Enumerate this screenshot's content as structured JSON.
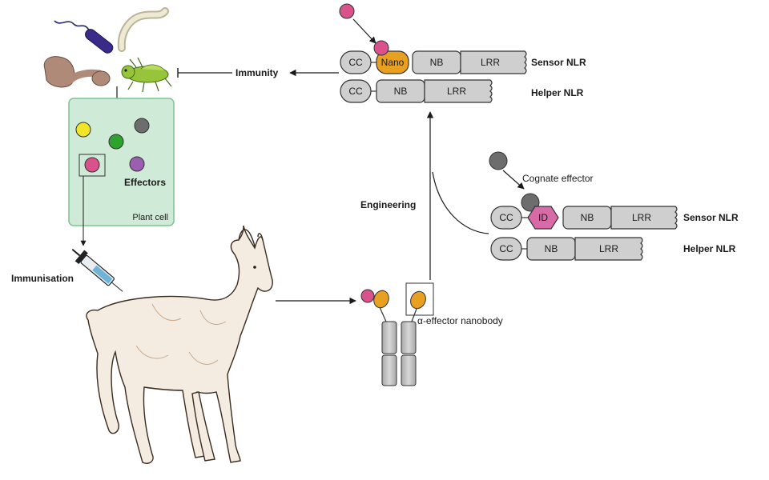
{
  "labels": {
    "immunity": "Immunity",
    "effectors": "Effectors",
    "plant_cell": "Plant cell",
    "immunisation": "Immunisation",
    "engineering": "Engineering",
    "cognate_effector": "Cognate effector",
    "nanobody": "α-effector nanobody",
    "sensor_nlr": "Sensor NLR",
    "helper_nlr": "Helper NLR"
  },
  "domains": {
    "cc": "CC",
    "nano": "Nano",
    "nb": "NB",
    "lrr": "LRR",
    "id": "ID"
  },
  "colors": {
    "plant_cell_fill": "#cfead6",
    "plant_cell_stroke": "#7cc491",
    "domain_fill": "#cfcfcf",
    "nano_fill": "#e8a020",
    "id_fill": "#d86aa8",
    "effector_pink": "#d9528c",
    "effector_yellow": "#f2e528",
    "effector_green": "#2fa12f",
    "effector_grey": "#6d6d6d",
    "effector_purple": "#9b5fb0",
    "llama_fill": "#f4ece0"
  },
  "icons": [
    "bacterium-icon",
    "nematode-icon",
    "fungus-icon",
    "insect-icon",
    "syringe-icon",
    "llama-icon"
  ]
}
